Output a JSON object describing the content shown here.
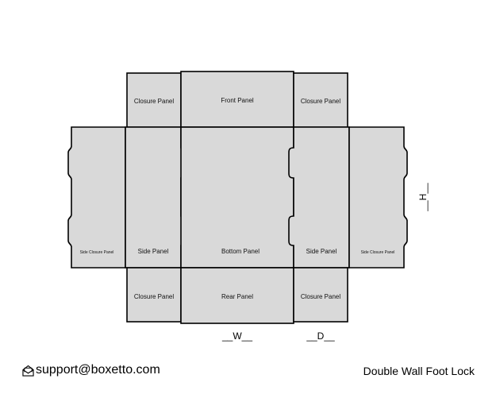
{
  "panels": {
    "closure_top_left": "Closure Panel",
    "front": "Front Panel",
    "closure_top_right": "Closure Panel",
    "side_closure_left": "Side Closure Panel",
    "side_left": "Side Panel",
    "bottom": "Bottom Panel",
    "side_right": "Side Panel",
    "side_closure_right": "Side Closure Panel",
    "closure_bottom_left": "Closure Panel",
    "rear": "Rear Panel",
    "closure_bottom_right": "Closure Panel"
  },
  "dimensions": {
    "width": "__W__",
    "depth": "__D__",
    "height": "__H__"
  },
  "footer": {
    "email": "support@boxetto.com",
    "email_icon": "envelope-icon",
    "product": "Double Wall Foot Lock"
  },
  "colors": {
    "panel_fill": "#d9d9d9",
    "stroke": "#000000"
  }
}
